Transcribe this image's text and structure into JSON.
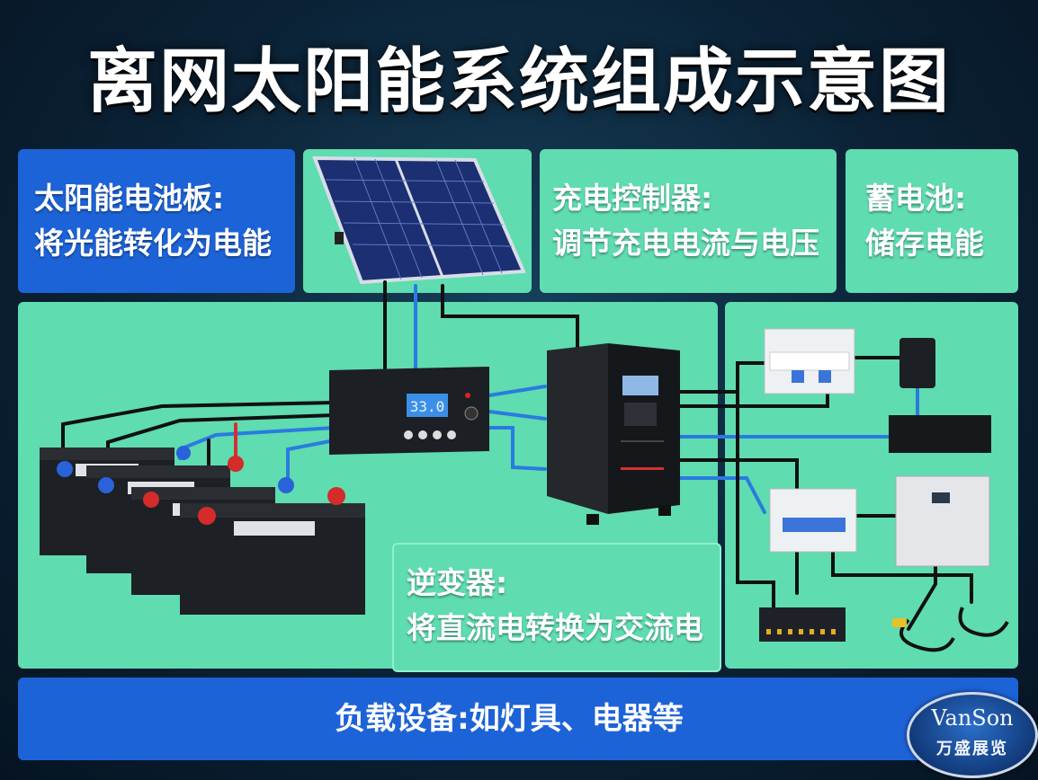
{
  "title": "离网太阳能系统组成示意图",
  "labels": {
    "solar_panel": [
      "太阳能电池板:",
      "将光能转化为电能"
    ],
    "charge_controller": [
      "充电控制器:",
      "调节充电电流与电压"
    ],
    "battery": [
      "蓄电池:",
      "储存电能"
    ],
    "inverter": [
      "逆变器:",
      "将直流电转换为交流电"
    ]
  },
  "footer": "负载设备:如灯具、电器等",
  "controller_display": "33.0",
  "logo": {
    "brand": "VanSon",
    "cn": "万盛展览"
  },
  "colors": {
    "blue_panel": "#1d63d8",
    "green_panel": "#5fdcb0",
    "wire_blue": "#2a7be0",
    "wire_black": "#111111"
  }
}
